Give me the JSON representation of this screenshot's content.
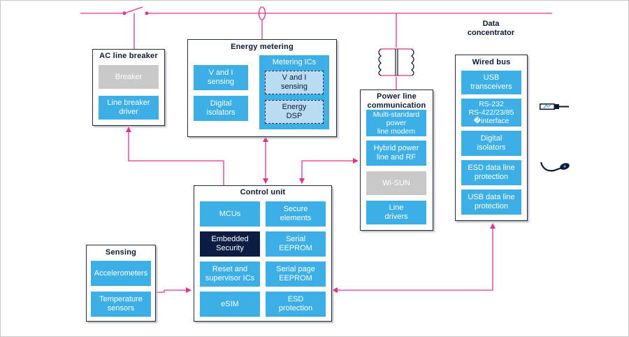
{
  "data_concentrator_label": [
    "Data",
    "concentrator"
  ],
  "ac_line_breaker": {
    "title": "AC line breaker",
    "blocks": [
      [
        "Breaker"
      ],
      [
        "Line breaker",
        "driver"
      ]
    ]
  },
  "energy_metering": {
    "title": "Energy metering",
    "blocks": [
      [
        "V and I",
        "sensing"
      ],
      [
        "Digital",
        "isolators"
      ]
    ],
    "metering_ics": {
      "title": "Metering ICs",
      "blocks": [
        [
          "V and I",
          "sensing"
        ],
        [
          "Energy",
          "DSP"
        ]
      ]
    }
  },
  "power_line_communication": {
    "title": [
      "Power line",
      "communication"
    ],
    "blocks": [
      [
        "Multi-standard",
        "power",
        "line modem"
      ],
      [
        "Hybrid power",
        "line and RF"
      ],
      [
        "Wi-SUN"
      ],
      [
        "Line",
        "drivers"
      ]
    ]
  },
  "wired_bus": {
    "title": "Wired bus",
    "blocks": [
      [
        "USB",
        "transceivers"
      ],
      [
        "RS-232",
        "RS-422/23/85",
        "�interface"
      ],
      [
        "Digital",
        "isolators"
      ],
      [
        "ESD data line",
        "protection"
      ],
      [
        "USB data line",
        "protection"
      ]
    ]
  },
  "control_unit": {
    "title": "Control unit",
    "blocks": [
      [
        "MCUs"
      ],
      [
        "Secure",
        "elements"
      ],
      [
        "Embedded",
        "Security"
      ],
      [
        "Serial",
        "EEPROM"
      ],
      [
        "Reset and",
        "supervisor ICs"
      ],
      [
        "Serial page",
        "EEPROM"
      ],
      [
        "eSIM"
      ],
      [
        "ESD",
        "protection"
      ]
    ]
  },
  "sensing": {
    "title": "Sensing",
    "blocks": [
      [
        "Accelerometers"
      ],
      [
        "Temperature",
        "sensors"
      ]
    ]
  },
  "icons": [
    "usb-plug-icon",
    "cable-plug-icon"
  ],
  "colors": {
    "wire": "#e8308c",
    "block": "#3cb0e6",
    "dark_block": "#0c1d44",
    "grey_block": "#c9c9c9",
    "title_text": "#0b1a35"
  }
}
